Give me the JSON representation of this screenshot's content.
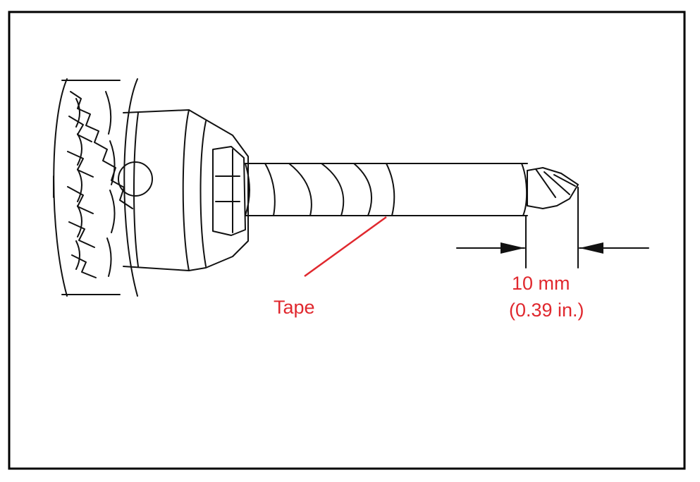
{
  "labels": {
    "tape": "Tape",
    "dimension_mm": "10 mm",
    "dimension_in": "(0.39 in.)"
  },
  "colors": {
    "callout": "#e0282e",
    "line": "#111111",
    "frame": "#000000",
    "background": "#ffffff"
  },
  "icons": [
    "bevel-gear-icon",
    "drill-chuck-icon",
    "drill-bit-icon",
    "dimension-arrow-icon"
  ]
}
